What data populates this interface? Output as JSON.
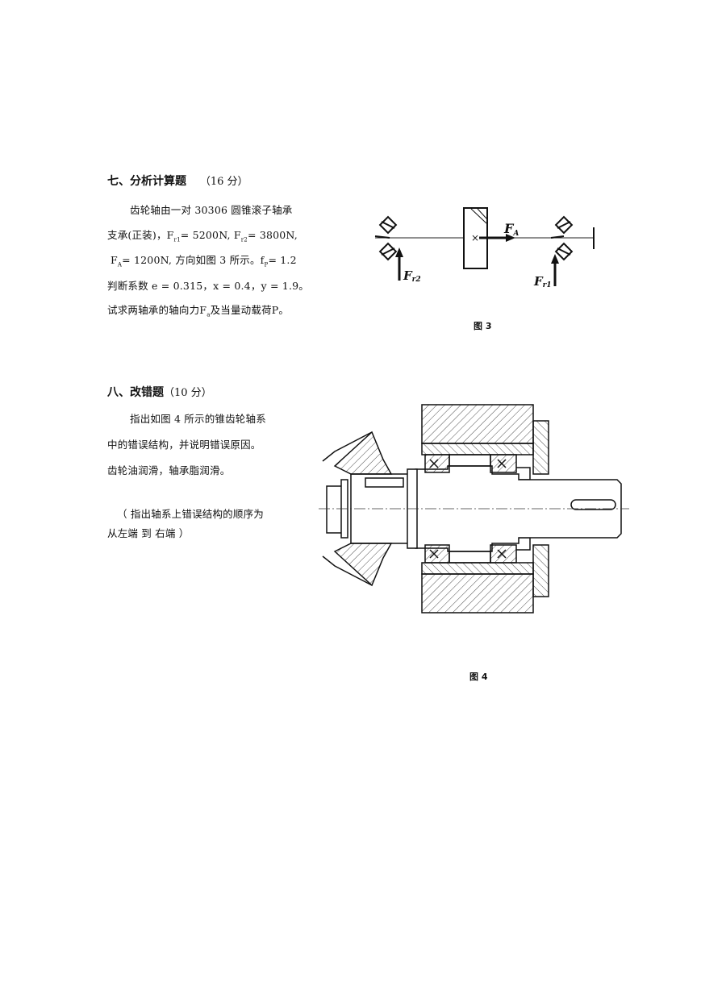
{
  "section7": {
    "heading": "七、分析计算题",
    "points": "（16 分）",
    "lines": {
      "l1": "齿轮轴由一对 30306 圆锥滚子轴承",
      "l2a": "支承(正装)，F",
      "l2_sub1": "r1",
      "l2b": "= 5200N, F",
      "l2_sub2": "r2",
      "l2c": "= 3800N,",
      "l3a": "F",
      "l3_sub": "A",
      "l3b": "= 1200N, 方向如图 3 所示。f",
      "l3_sub2": "P",
      "l3c": "= 1.2",
      "l4": "判断系数 e = 0.315，x = 0.4，y = 1.9。",
      "l5a": "试求两轴承的轴向力F",
      "l5_sub": "a",
      "l5b": "及当量动载荷P。"
    },
    "figure": {
      "caption": "图 3",
      "label_FA": "F",
      "label_FA_sub": "A",
      "label_Fr2": "F",
      "label_Fr2_sub": "r2",
      "label_Fr1": "F",
      "label_Fr1_sub": "r1"
    }
  },
  "section8": {
    "heading": "八、改错题",
    "points": "（10 分）",
    "lines": {
      "l1": "指出如图 4 所示的锥齿轮轴系",
      "l2": "中的错误结构，并说明错误原因。",
      "l3": "齿轮油润滑，轴承脂润滑。",
      "l4": "（ 指出轴系上错误结构的顺序为",
      "l5": "从左端 到 右端 ）"
    },
    "figure": {
      "caption": "图 4"
    }
  }
}
